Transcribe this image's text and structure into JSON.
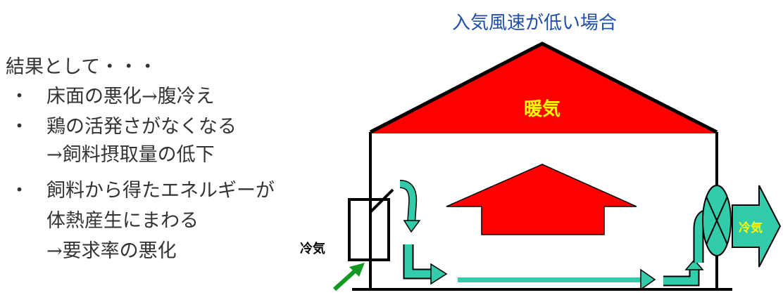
{
  "title": "入気風速が低い場合",
  "intro": "結果として・・・",
  "bullets": [
    {
      "marker": "・",
      "lines": [
        "床面の悪化→腹冷え"
      ]
    },
    {
      "marker": "・",
      "lines": [
        "鶏の活発さがなくなる",
        "→飼料摂取量の低下"
      ]
    },
    {
      "marker": "・",
      "lines": [
        "飼料から得たエネルギーが",
        "体熱産生にまわる",
        "→要求率の悪化"
      ]
    }
  ],
  "labels": {
    "warm_air": "暖気",
    "cold_air_inlet": "冷気",
    "cold_air_outlet": "冷気"
  },
  "colors": {
    "warm": "#ff0000",
    "cool": "#33ccaa",
    "outline": "#000000",
    "title": "#1f4fa8",
    "warm_label": "#ffff00",
    "inflow_arrow": "#119922"
  }
}
